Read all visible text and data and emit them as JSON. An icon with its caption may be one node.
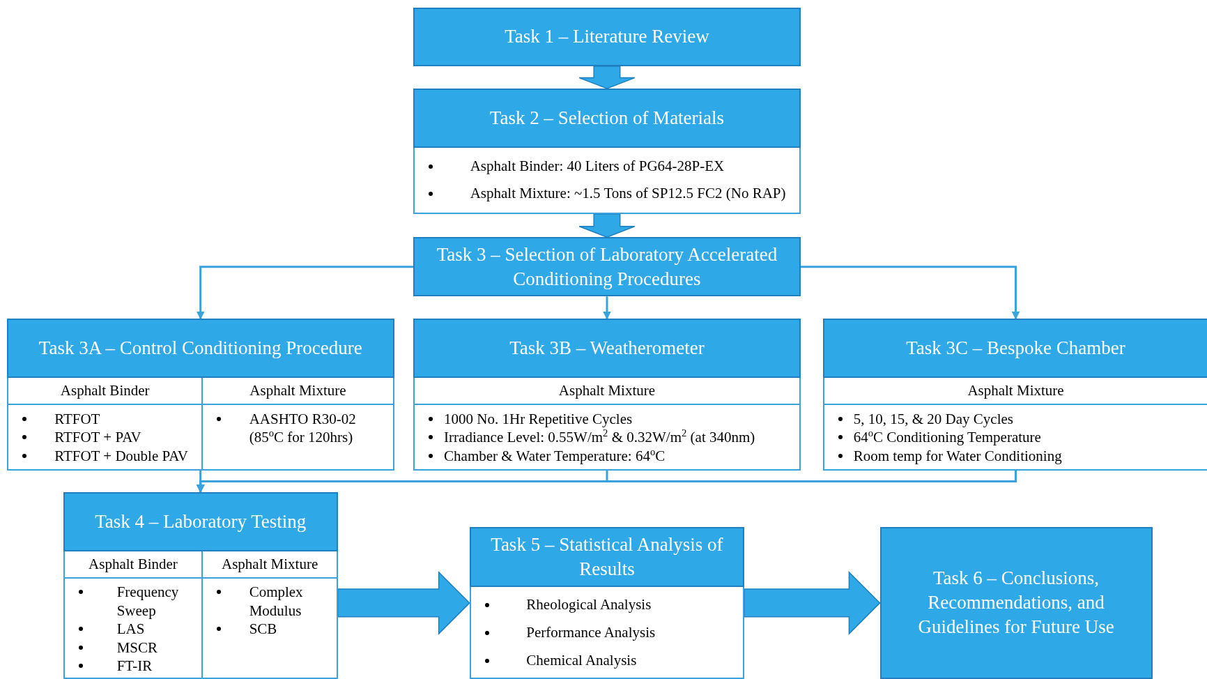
{
  "diagram": {
    "nodes": [
      {
        "text": [
          "Task 1 – Literature Review"
        ]
      },
      {
        "text": [
          "Task 2 – Selection of Materials",
          "Asphalt Binder: 40 Liters of PG64-28P-EX",
          "Asphalt Mixture: ~1.5 Tons of SP12.5 FC2 (No RAP)"
        ]
      },
      {
        "text": [
          "Task 3 – Selection of Laboratory Accelerated Conditioning Procedures"
        ]
      },
      {
        "text": [
          "Task 3A – Control Conditioning Procedure",
          "Asphalt Binder",
          "Asphalt Mixture",
          "RTFOT",
          "RTFOT + PAV",
          "RTFOT + Double PAV",
          "AASHTO R30-02 (85$^{o}$C for 120hrs)"
        ]
      },
      {
        "text": [
          "Task 3B – Weatherometer",
          "Asphalt Mixture",
          "1000 No. 1Hr Repetitive Cycles",
          "Irradiance Level: 0.55W/m$^{2}$ & 0.32W/m$^{2}$ (at 340nm)",
          "Chamber & Water Temperature: 64$^{o}$C"
        ]
      },
      {
        "text": [
          "Task 3C – Bespoke Chamber",
          "Asphalt Mixture",
          "5, 10, 15, & 20 Day Cycles",
          "64$^{o}$C Conditioning Temperature",
          "Room temp for Water Conditioning"
        ]
      },
      {
        "text": [
          "Task 4 – Laboratory Testing",
          "Asphalt Binder",
          "Asphalt Mixture",
          "Frequency Sweep",
          "LAS",
          "MSCR",
          "FT-IR",
          "Complex Modulus",
          "SCB"
        ]
      },
      {
        "text": [
          "Task 5 – Statistical Analysis of Results",
          "Rheological Analysis",
          "Performance Analysis",
          "Chemical Analysis"
        ]
      },
      {
        "text": [
          "Task 6 – Conclusions, Recommendations, and Guidelines for Future Use"
        ]
      }
    ],
    "edges": [
      {
        "from": 0,
        "to": 1,
        "arrow": "to",
        "style": "thick"
      },
      {
        "from": 1,
        "to": 2,
        "arrow": "to",
        "style": "thick"
      },
      {
        "from": 2,
        "to": 3,
        "arrow": "to"
      },
      {
        "from": 2,
        "to": 4,
        "arrow": "to"
      },
      {
        "from": 2,
        "to": 5,
        "arrow": "to"
      },
      {
        "from": 3,
        "to": 6,
        "arrow": "to"
      },
      {
        "from": 4,
        "to": 6,
        "arrow": "to"
      },
      {
        "from": 5,
        "to": 6,
        "arrow": "to"
      },
      {
        "from": 6,
        "to": 7,
        "arrow": "to",
        "style": "thick"
      },
      {
        "from": 7,
        "to": 8,
        "arrow": "to",
        "style": "thick"
      }
    ]
  }
}
